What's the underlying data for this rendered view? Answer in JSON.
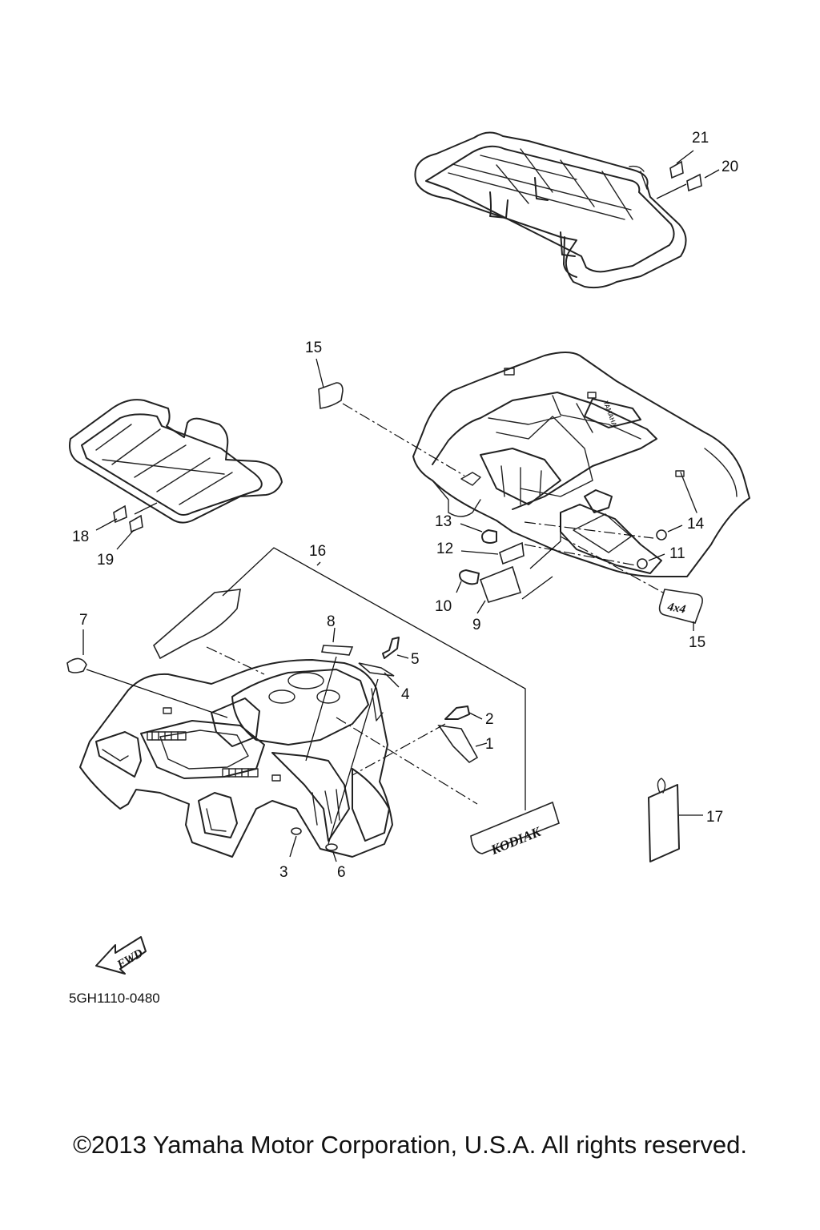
{
  "figure_code": "5GH1110-0480",
  "copyright": "©2013 Yamaha Motor Corporation, U.S.A. All rights reserved.",
  "fwd_label": "FWD",
  "emblems": {
    "kodiak": "KODIAK",
    "four_by_four": "4x4",
    "yamaha_stamp": "YAMAHA"
  },
  "callouts": {
    "c1": "1",
    "c2": "2",
    "c3": "3",
    "c4": "4",
    "c5": "5",
    "c6": "6",
    "c7": "7",
    "c8": "8",
    "c9": "9",
    "c10": "10",
    "c11": "11",
    "c12": "12",
    "c13": "13",
    "c14": "14",
    "c15a": "15",
    "c15b": "15",
    "c16": "16",
    "c17": "17",
    "c18": "18",
    "c19": "19",
    "c20": "20",
    "c21": "21"
  }
}
